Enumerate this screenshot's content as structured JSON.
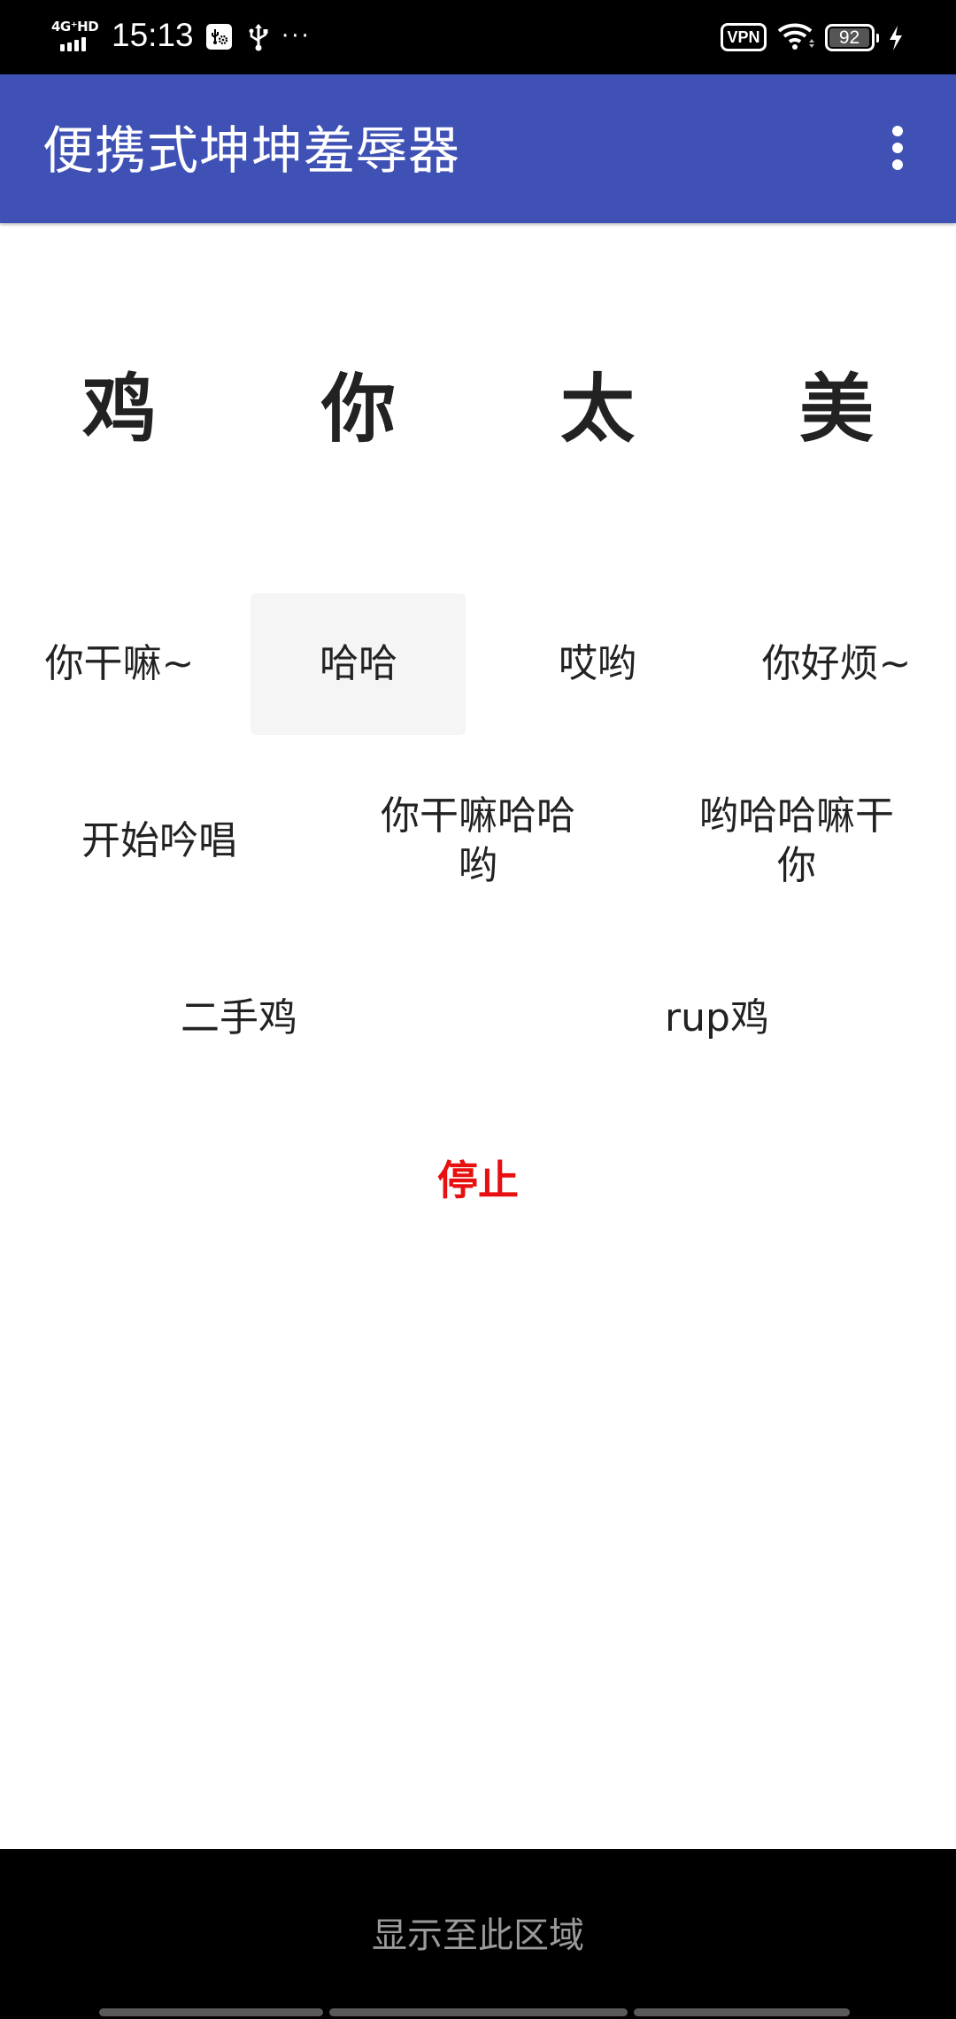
{
  "status_bar": {
    "network": "4G⁺HD",
    "time": "15:13",
    "more_indicator": "···",
    "vpn": "VPN",
    "battery": "92",
    "icons": [
      "signal-icon",
      "usb-debugging-icon",
      "usb-icon",
      "more-notifications-icon",
      "vpn-icon",
      "wifi-icon",
      "battery-icon",
      "charging-icon"
    ]
  },
  "app_bar": {
    "title": "便携式坤坤羞辱器",
    "menu_icon": "overflow-menu-icon",
    "color": "#3F51B5"
  },
  "headline": {
    "chars": [
      "鸡",
      "你",
      "太",
      "美"
    ]
  },
  "sound_buttons": {
    "row1": [
      {
        "label": "你干嘛~"
      },
      {
        "label": "哈哈",
        "pressed": true
      },
      {
        "label": "哎哟"
      },
      {
        "label": "你好烦~"
      }
    ],
    "row2": [
      {
        "label": "开始吟唱"
      },
      {
        "label": "你干嘛哈哈哟"
      },
      {
        "label": "哟哈哈嘛干你"
      }
    ],
    "row3": [
      {
        "label": "二手鸡"
      },
      {
        "label": "rup鸡"
      }
    ]
  },
  "stop_button": {
    "label": "停止",
    "color": "#E8100F"
  },
  "bottom_area": {
    "text": "显示至此区域"
  }
}
